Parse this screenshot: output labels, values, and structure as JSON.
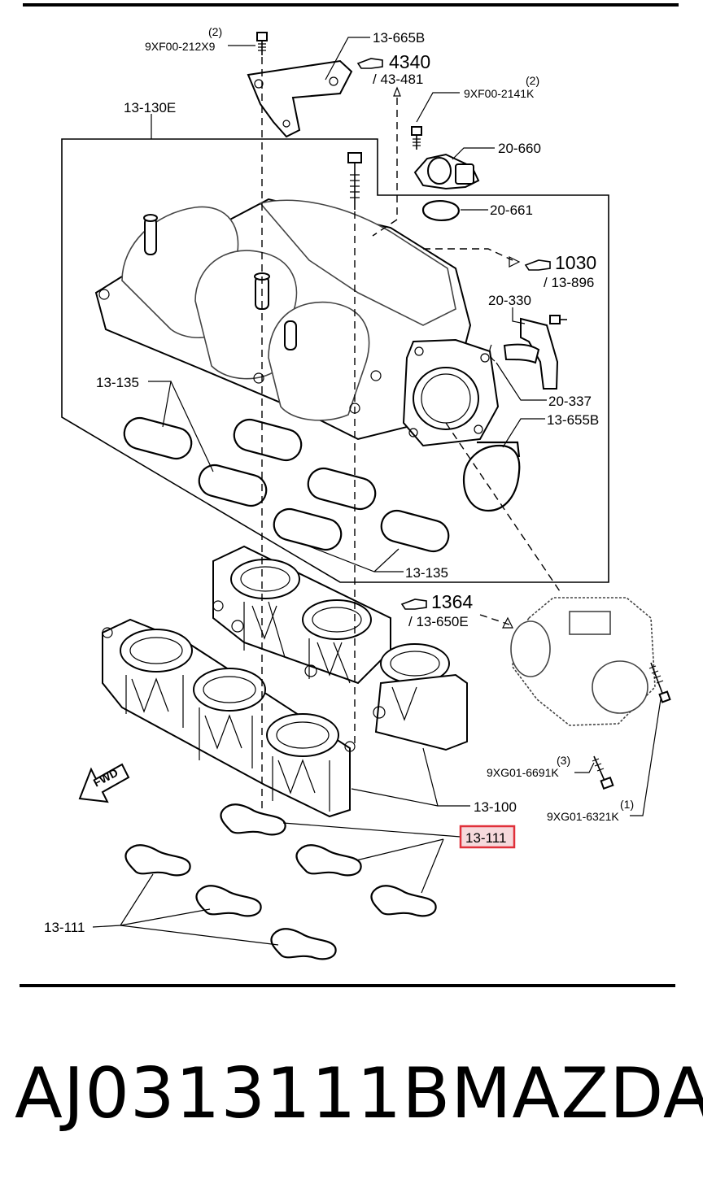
{
  "labels": {
    "bolt_9xf00_212x9_qty": "(2)",
    "bolt_9xf00_212x9": "9XF00-212X9",
    "bracket_13_665b": "13-665B",
    "ref_4340": "4340",
    "ref_43_481": "/ 43-481",
    "bolt_9xf00_2141k_qty": "(2)",
    "bolt_9xf00_2141k": "9XF00-2141K",
    "manifold_13_130e": "13-130E",
    "sensor_20_660": "20-660",
    "gasket_20_661": "20-661",
    "ref_1030": "1030",
    "ref_13_896": "/ 13-896",
    "bracket_20_330": "20-330",
    "gasket_13_135_upper": "13-135",
    "hose_20_337": "20-337",
    "gasket_13_655b": "13-655B",
    "gasket_13_135_lower": "13-135",
    "ref_1364": "1364",
    "ref_13_650e": "/ 13-650E",
    "bolt_9xg01_6691k_qty": "(3)",
    "bolt_9xg01_6691k": "9XG01-6691K",
    "bolt_9xg01_6321k_qty": "(1)",
    "bolt_9xg01_6321k": "9XG01-6321K",
    "manifold_13_100": "13-100",
    "gasket_13_111_highlight": "13-111",
    "gasket_13_111": "13-111",
    "fwd": "FWD"
  },
  "footer": {
    "part_number": "AJ0313111B",
    "brand": "MAZDA"
  },
  "colors": {
    "highlight_border": "#e0303a",
    "highlight_fill": "#f6d9dc",
    "ink": "#000000"
  }
}
